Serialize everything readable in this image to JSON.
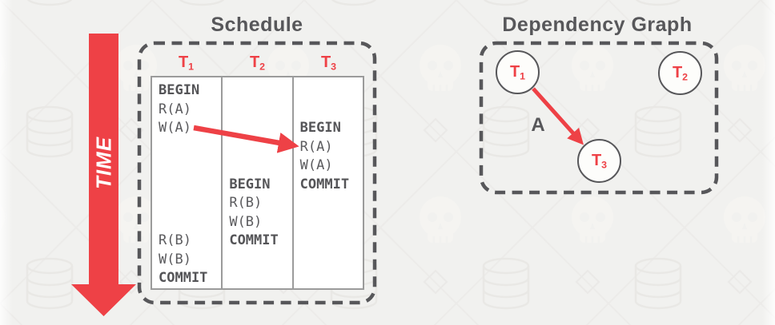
{
  "slide": {
    "time_label": "TIME",
    "schedule": {
      "title": "Schedule",
      "columns": [
        {
          "base": "T",
          "sub": "1"
        },
        {
          "base": "T",
          "sub": "2"
        },
        {
          "base": "T",
          "sub": "3"
        }
      ],
      "rows": [
        {
          "t1": "BEGIN",
          "t2": "",
          "t3": ""
        },
        {
          "t1": "R(A)",
          "t2": "",
          "t3": ""
        },
        {
          "t1": "W(A)",
          "t2": "",
          "t3": "BEGIN"
        },
        {
          "t1": "",
          "t2": "",
          "t3": "R(A)"
        },
        {
          "t1": "",
          "t2": "",
          "t3": "W(A)"
        },
        {
          "t1": "",
          "t2": "BEGIN",
          "t3": "COMMIT"
        },
        {
          "t1": "",
          "t2": "R(B)",
          "t3": ""
        },
        {
          "t1": "",
          "t2": "W(B)",
          "t3": ""
        },
        {
          "t1": "R(B)",
          "t2": "COMMIT",
          "t3": ""
        },
        {
          "t1": "W(B)",
          "t2": "",
          "t3": ""
        },
        {
          "t1": "COMMIT",
          "t2": "",
          "t3": ""
        }
      ]
    },
    "dependency_graph": {
      "title": "Dependency Graph",
      "nodes": [
        {
          "base": "T",
          "sub": "1"
        },
        {
          "base": "T",
          "sub": "2"
        },
        {
          "base": "T",
          "sub": "3"
        }
      ],
      "edge_label": "A"
    },
    "background_icons": [
      "skull-icon",
      "database-icon",
      "diamond-icon"
    ],
    "colors": {
      "accent_red": "#ee4146",
      "dark_gray": "#57575a",
      "background": "#f1f1ef",
      "table_border": "#9b9b9b",
      "table_bg": "#ffffff",
      "node_fill": "#fdfdfb",
      "time_label_color": "#ffffff"
    }
  }
}
